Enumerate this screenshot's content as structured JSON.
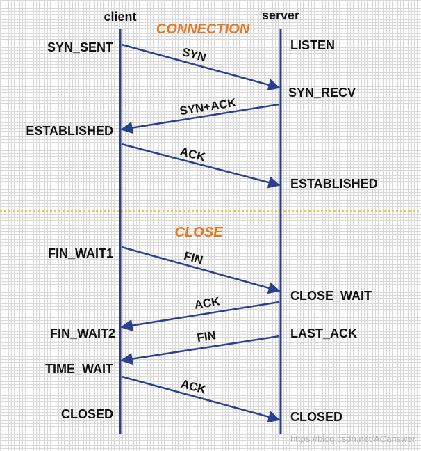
{
  "header": {
    "client": "client",
    "server": "server"
  },
  "sections": {
    "connection": "CONNECTION",
    "close": "CLOSE"
  },
  "client_states": {
    "syn_sent": "SYN_SENT",
    "established": "ESTABLISHED",
    "fin_wait1": "FIN_WAIT1",
    "fin_wait2": "FIN_WAIT2",
    "time_wait": "TIME_WAIT",
    "closed": "CLOSED"
  },
  "server_states": {
    "listen": "LISTEN",
    "syn_recv": "SYN_RECV",
    "established": "ESTABLISHED",
    "close_wait": "CLOSE_WAIT",
    "last_ack": "LAST_ACK",
    "closed": "CLOSED"
  },
  "messages": {
    "syn": "SYN",
    "syn_ack": "SYN+ACK",
    "ack1": "ACK",
    "fin1": "FIN",
    "ack2": "ACK",
    "fin2": "FIN",
    "ack3": "ACK"
  },
  "watermark": "https://blog.csdn.net/ACanswer",
  "colors": {
    "line": "#2b3f8f",
    "section_label": "#e87722",
    "separator": "#e6c84a",
    "background": "#ffffff"
  }
}
